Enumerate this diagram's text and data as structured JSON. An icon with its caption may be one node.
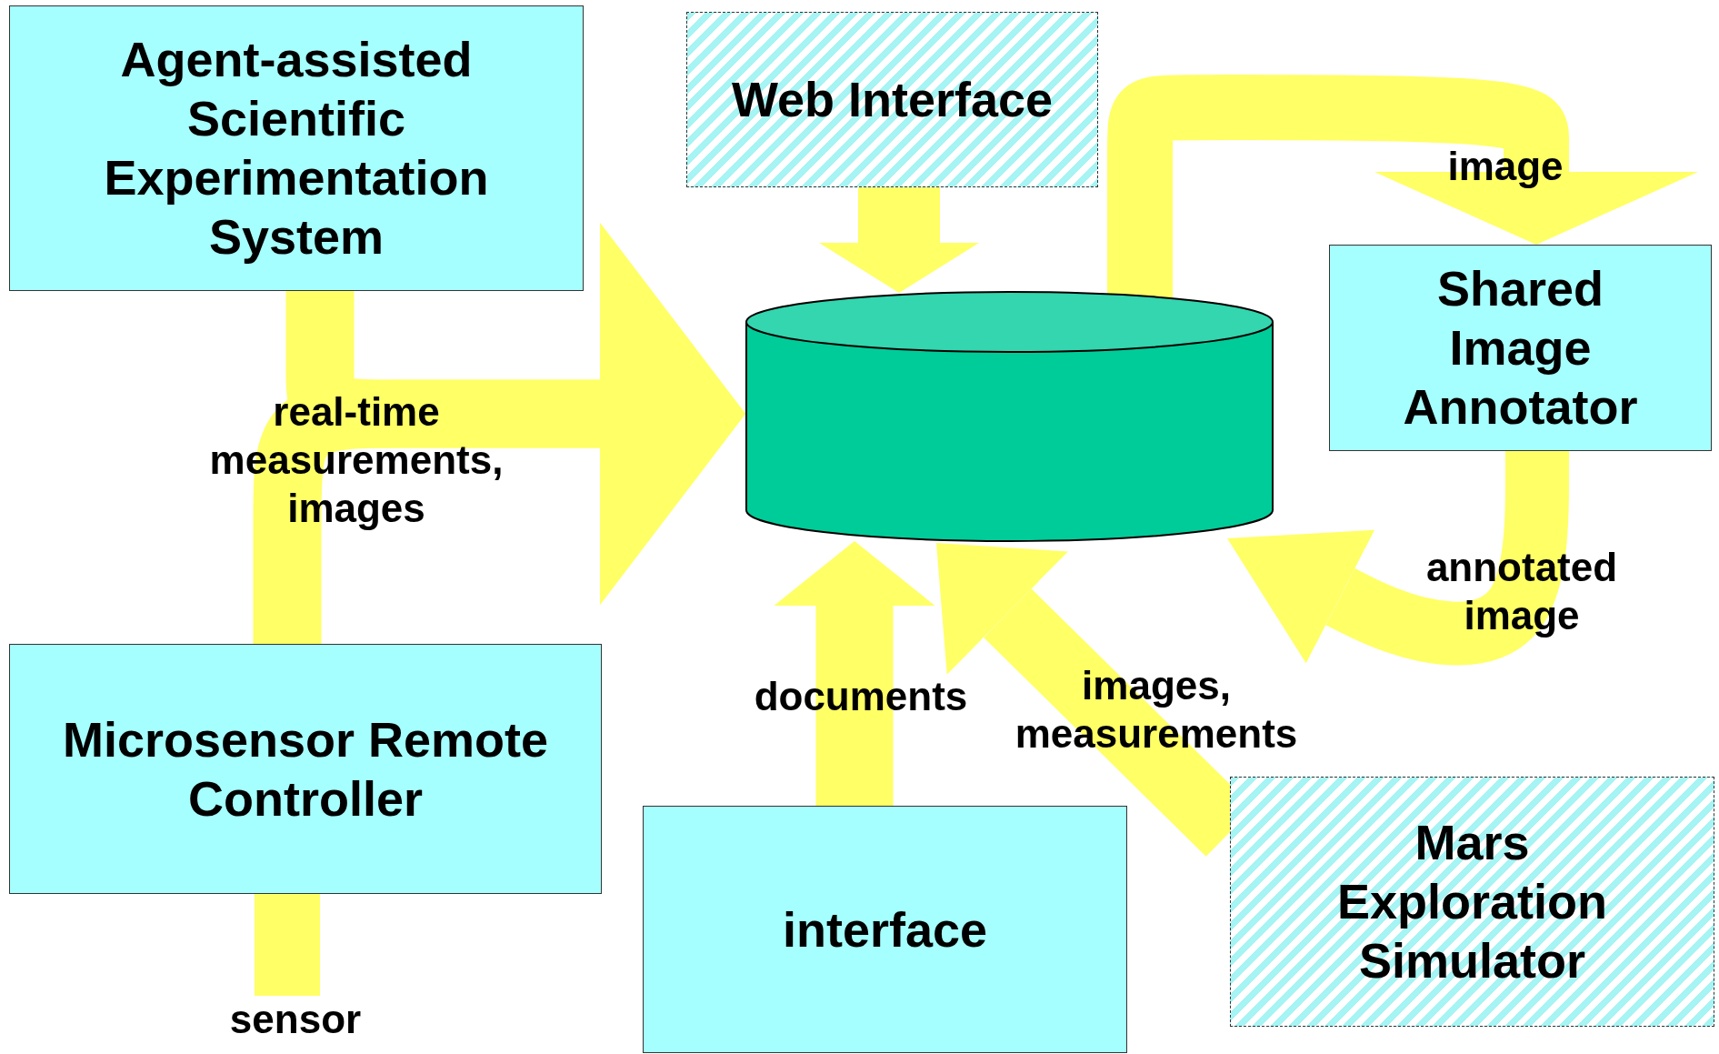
{
  "diagram": {
    "nodes": [
      {
        "text": [
          "Agent-assisted Scientific Experimentation System"
        ]
      },
      {
        "text": [
          "Web Interface"
        ]
      },
      {
        "text": [],
        "shape": "cylinder"
      },
      {
        "text": [
          "Shared Image Annotator"
        ]
      },
      {
        "text": [
          "Microsensor Remote Controller"
        ]
      },
      {
        "text": [
          "interface"
        ]
      },
      {
        "text": [
          "Mars Exploration Simulator"
        ]
      },
      {
        "text": [
          "sensor"
        ]
      }
    ],
    "edges": [
      {
        "from": 0,
        "to": 2,
        "arrow": "to",
        "label": "real-time measurements, images"
      },
      {
        "from": 4,
        "to": 2,
        "arrow": "to"
      },
      {
        "from": 1,
        "to": 2,
        "arrow": "to"
      },
      {
        "from": 2,
        "to": 3,
        "arrow": "to",
        "label": "image"
      },
      {
        "from": 3,
        "to": 2,
        "arrow": "to",
        "label": "annotated image"
      },
      {
        "from": 5,
        "to": 2,
        "arrow": "to",
        "label": "documents"
      },
      {
        "from": 6,
        "to": 2,
        "arrow": "to",
        "label": "images, measurements"
      },
      {
        "from": 7,
        "to": 4,
        "arrow": "none"
      }
    ]
  }
}
